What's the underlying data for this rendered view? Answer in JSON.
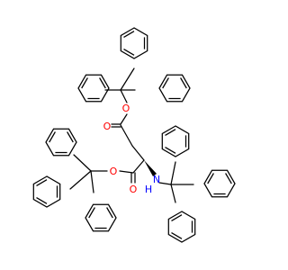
{
  "molecule": {
    "atom_labels": {
      "ester_o_top": "O",
      "carbonyl_o_top": "O",
      "carbonyl_o_bottom": "O",
      "ester_o_bottom": "O",
      "amine_n": "N",
      "amine_h": "H"
    },
    "colors": {
      "oxygen": "#ff0000",
      "nitrogen": "#0000ff",
      "bond": "#000000"
    }
  }
}
